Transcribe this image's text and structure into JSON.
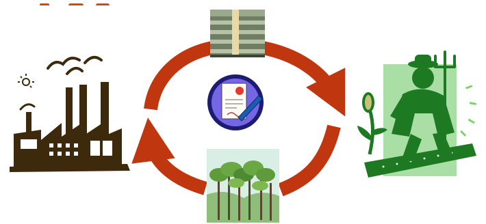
{
  "diagram": {
    "type": "cycle",
    "nodes": [
      {
        "id": "factory",
        "icon": "factory-icon"
      },
      {
        "id": "money",
        "icon": "money-stack-icon"
      },
      {
        "id": "farmer",
        "icon": "farmer-icon"
      },
      {
        "id": "forest",
        "icon": "forest-icon"
      },
      {
        "id": "contract",
        "icon": "contract-signing-icon"
      }
    ],
    "edges": [
      {
        "from": "factory",
        "to": "farmer",
        "via": "money",
        "direction": "clockwise"
      },
      {
        "from": "farmer",
        "to": "factory",
        "via": "forest",
        "direction": "clockwise"
      }
    ],
    "colors": {
      "arrow": "#c0360f",
      "factory": "#3d2a0c",
      "farmer": "#1e7a22",
      "farmer_bg": "#a9dfa4",
      "contract_ring": "#1d1b72",
      "contract_fill": "#7566e6",
      "forest_sky": "#d9efe6",
      "money": "#7c8a6e",
      "top_strip": "#c0501a"
    }
  }
}
